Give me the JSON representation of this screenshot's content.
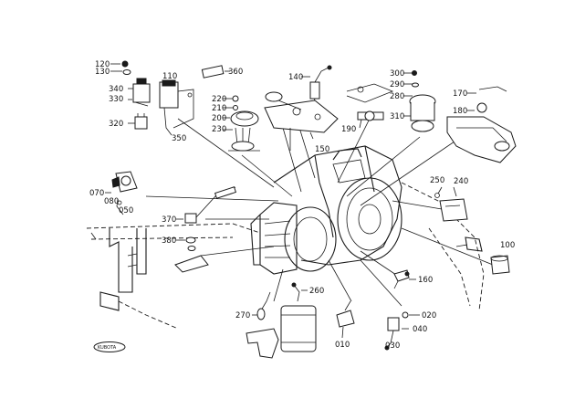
{
  "labels": {
    "l120": "120",
    "l130": "130",
    "l110": "110",
    "l340": "340",
    "l330": "330",
    "l320": "320",
    "l350": "350",
    "l360": "360",
    "l220": "220",
    "l210": "210",
    "l200": "200",
    "l230": "230",
    "l140": "140",
    "l150": "150",
    "l190": "190",
    "l300": "300",
    "l290": "290",
    "l280": "280",
    "l310": "310",
    "l170": "170",
    "l180": "180",
    "l070": "070",
    "l080": "080",
    "l050": "050",
    "l370": "370",
    "l380": "380",
    "l250": "250",
    "l240": "240",
    "l100": "100",
    "l160": "160",
    "l260": "260",
    "l270": "270",
    "l010": "010",
    "l020": "020",
    "l040": "040",
    "l030": "030"
  },
  "logo": {
    "text": "KUBOTA"
  }
}
